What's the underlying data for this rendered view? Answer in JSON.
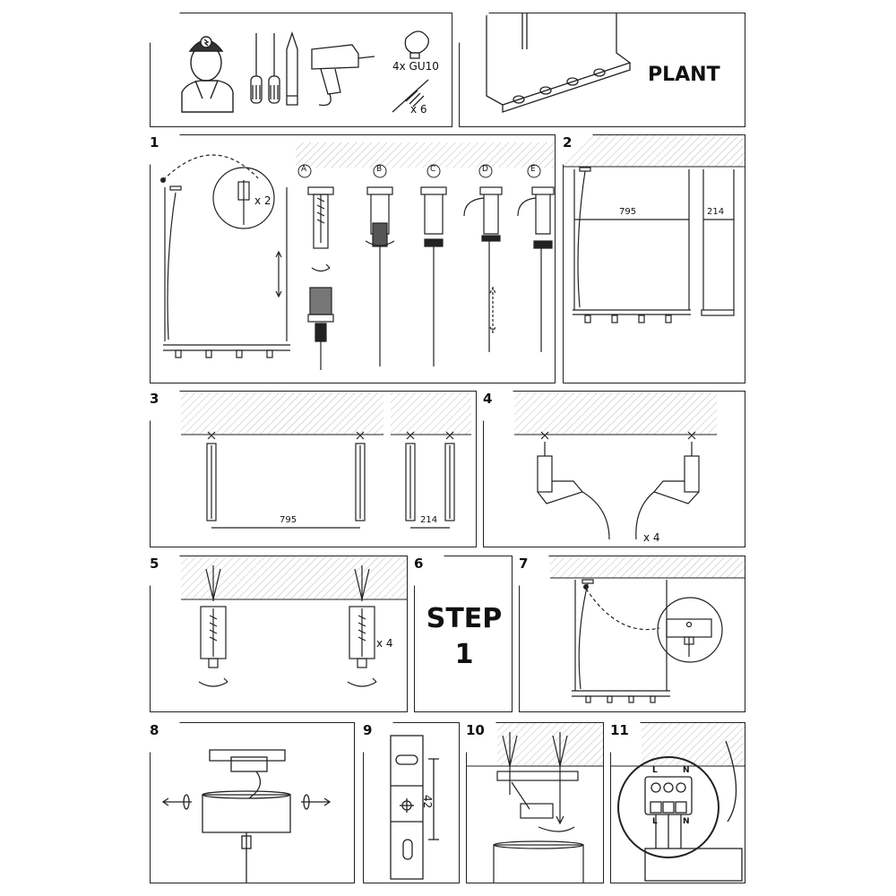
{
  "header": {
    "bulb_label": "4x GU10",
    "screw_label": "x 6",
    "plant_label": "PLANT"
  },
  "panels": {
    "p1": {
      "number": "1",
      "zoom_count": "x 2",
      "steps": [
        "A",
        "B",
        "C",
        "D",
        "E"
      ]
    },
    "p2": {
      "number": "2",
      "dim_length": "795",
      "dim_depth": "214"
    },
    "p3": {
      "number": "3",
      "dim_length": "795",
      "dim_depth": "214"
    },
    "p4": {
      "number": "4",
      "count": "x 4"
    },
    "p5": {
      "number": "5",
      "count": "x 4"
    },
    "p6": {
      "number": "6",
      "step_word": "STEP",
      "step_num": "1"
    },
    "p7": {
      "number": "7"
    },
    "p8": {
      "number": "8"
    },
    "p9": {
      "number": "9",
      "dimension": "42"
    },
    "p10": {
      "number": "10"
    },
    "p11": {
      "number": "11",
      "terminals_top": [
        "L",
        "N"
      ],
      "terminals_bottom": [
        "L",
        "N"
      ]
    }
  }
}
